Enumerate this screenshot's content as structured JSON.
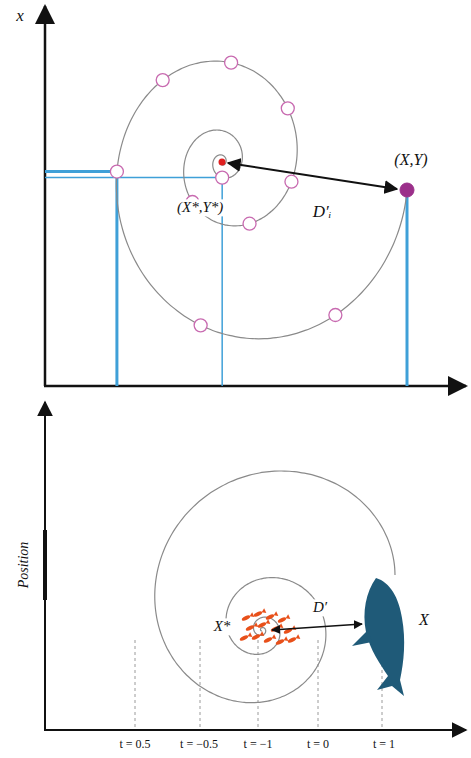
{
  "diagram": {
    "labels": [
      "x",
      "(X,Y)",
      "(X*,Y*)",
      "D′ᵢ",
      "X*",
      "X",
      "D′",
      "Position",
      "t = 0.5",
      "t = −0.5",
      "t = −1",
      "t = 0",
      "t = 1"
    ]
  }
}
